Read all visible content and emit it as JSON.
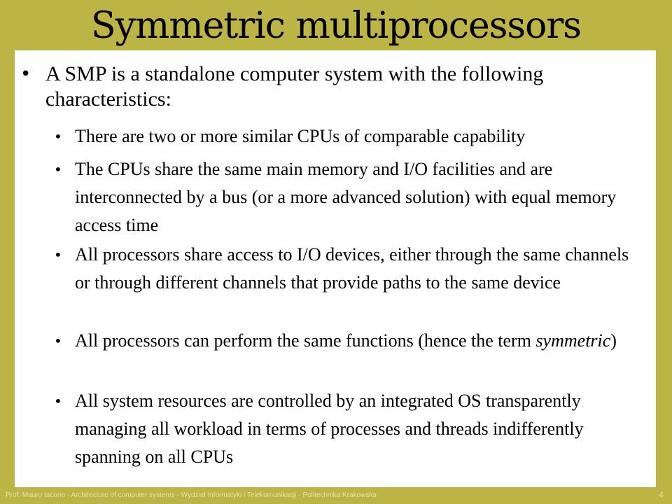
{
  "title": "Symmetric multiprocessors",
  "bullets": [
    {
      "text": "A SMP is a standalone computer system with the following characteristics:",
      "sub": [
        {
          "text": "There are two or more similar CPUs of comparable capability"
        },
        {
          "text": "The CPUs share the same main memory and I/O facilities and are interconnected by a bus (or a more advanced solution) with equal memory access time"
        },
        {
          "text": "All processors share access to I/O devices, either through the same channels or through different channels that provide paths to the same device"
        },
        {
          "text_before": "All processors can perform the same functions (hence the term ",
          "emphasis": "symmetric",
          "text_after": ")"
        },
        {
          "text": "All system resources are controlled by an integrated OS transparently managing all workload in terms of processes and threads indifferently spanning on all CPUs"
        }
      ]
    }
  ],
  "footer": "Prof. Mauro Iacono - Architecture of computer systems - Wydział Informatyki i Telekomunikacji - Politechnika Krakowska",
  "page_number": "4",
  "colors": {
    "background": "#bcb444",
    "panel": "#ffffff",
    "footer_text": "#e8e2a6"
  }
}
